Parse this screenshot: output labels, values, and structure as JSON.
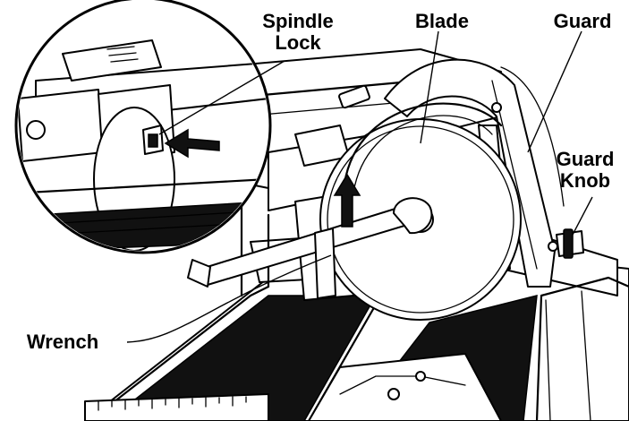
{
  "labels": {
    "spindle_lock_line1": "Spindle",
    "spindle_lock_line2": "Lock",
    "blade": "Blade",
    "guard": "Guard",
    "guard_knob_line1": "Guard",
    "guard_knob_line2": "Knob",
    "wrench": "Wrench"
  },
  "colors": {
    "line": "#000000",
    "background": "#ffffff",
    "rail_fill": "#111111"
  },
  "icons": {
    "arrow_to_lock": "arrow-left-icon",
    "arrow_up_wrench": "arrow-up-icon"
  }
}
